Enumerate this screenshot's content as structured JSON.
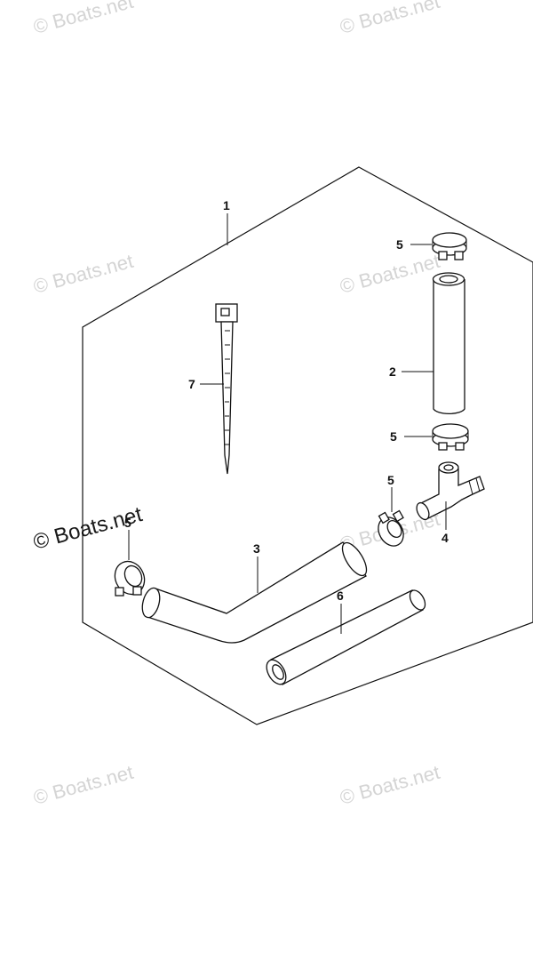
{
  "watermark": "© Boats.net",
  "callouts": {
    "kit": "1",
    "hose_upper": "2",
    "hose_bend": "3",
    "t_joint": "4",
    "clip_top": "5",
    "clip_mid": "5",
    "clip_small": "5",
    "clip_left": "5",
    "hose_straight": "6",
    "cable_tie": "7"
  }
}
